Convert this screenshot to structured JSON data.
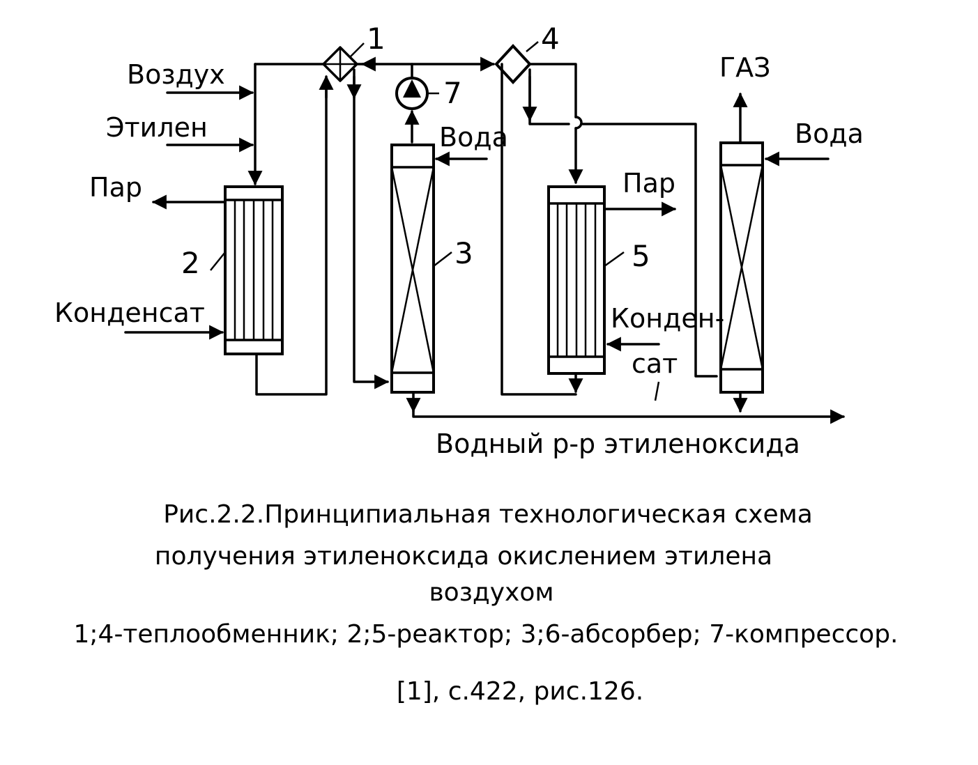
{
  "labels": {
    "air": "Воздух",
    "ethylene": "Этилен",
    "steam_left": "Пар",
    "condensate_left": "Конденсат",
    "water_mid": "Вода",
    "steam_right": "Пар",
    "condensate_right_1": "Конден-",
    "condensate_right_2": "сат",
    "gas": "ГАЗ",
    "water_right": "Вода",
    "product": "Водный р-р этиленоксида"
  },
  "equipment_numbers": {
    "heat_exchanger_1": "1",
    "reactor_2": "2",
    "absorber_3": "3",
    "heat_exchanger_4": "4",
    "reactor_5": "5",
    "compressor_7": "7"
  },
  "caption": {
    "line1": "Рис.2.2.Принципиальная технологическая схема",
    "line2": "получения этиленоксида окислением этилена",
    "line3": "воздухом",
    "legend": "1;4-теплообменник; 2;5-реактор; 3;6-абсорбер; 7-компрессор.",
    "reference": "[1], с.422, рис.126."
  }
}
